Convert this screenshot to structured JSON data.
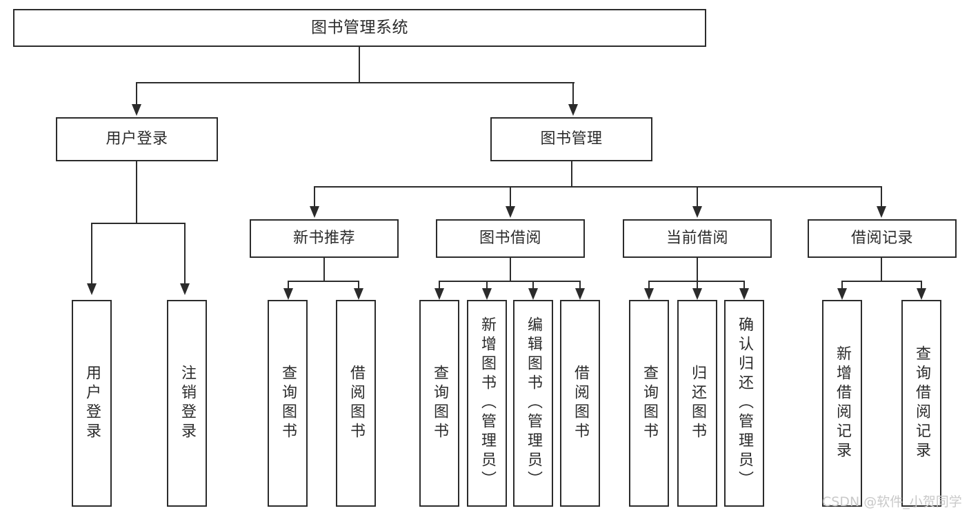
{
  "diagram": {
    "title": "图书管理系统",
    "type": "tree",
    "root": {
      "label": "图书管理系统"
    },
    "level2": [
      {
        "label": "用户登录"
      },
      {
        "label": "图书管理"
      }
    ],
    "level3": [
      {
        "label": "新书推荐"
      },
      {
        "label": "图书借阅"
      },
      {
        "label": "当前借阅"
      },
      {
        "label": "借阅记录"
      }
    ],
    "leaves": {
      "user_login": [
        {
          "label": "用户登录"
        },
        {
          "label": "注销登录"
        }
      ],
      "new_book_recommend": [
        {
          "label": "查询图书"
        },
        {
          "label": "借阅图书"
        }
      ],
      "book_borrow": [
        {
          "label": "查询图书"
        },
        {
          "label": "新增图书（管理员）"
        },
        {
          "label": "编辑图书（管理员）"
        },
        {
          "label": "借阅图书"
        }
      ],
      "current_borrow": [
        {
          "label": "查询图书"
        },
        {
          "label": "归还图书"
        },
        {
          "label": "确认归还（管理员）"
        }
      ],
      "borrow_record": [
        {
          "label": "新增借阅记录"
        },
        {
          "label": "查询借阅记录"
        }
      ]
    }
  },
  "watermark": {
    "text": "CSDN @软件_小贺同学"
  },
  "colors": {
    "stroke": "#2b2b2b",
    "fill": "#ffffff",
    "watermark": "#c9c9c9"
  }
}
